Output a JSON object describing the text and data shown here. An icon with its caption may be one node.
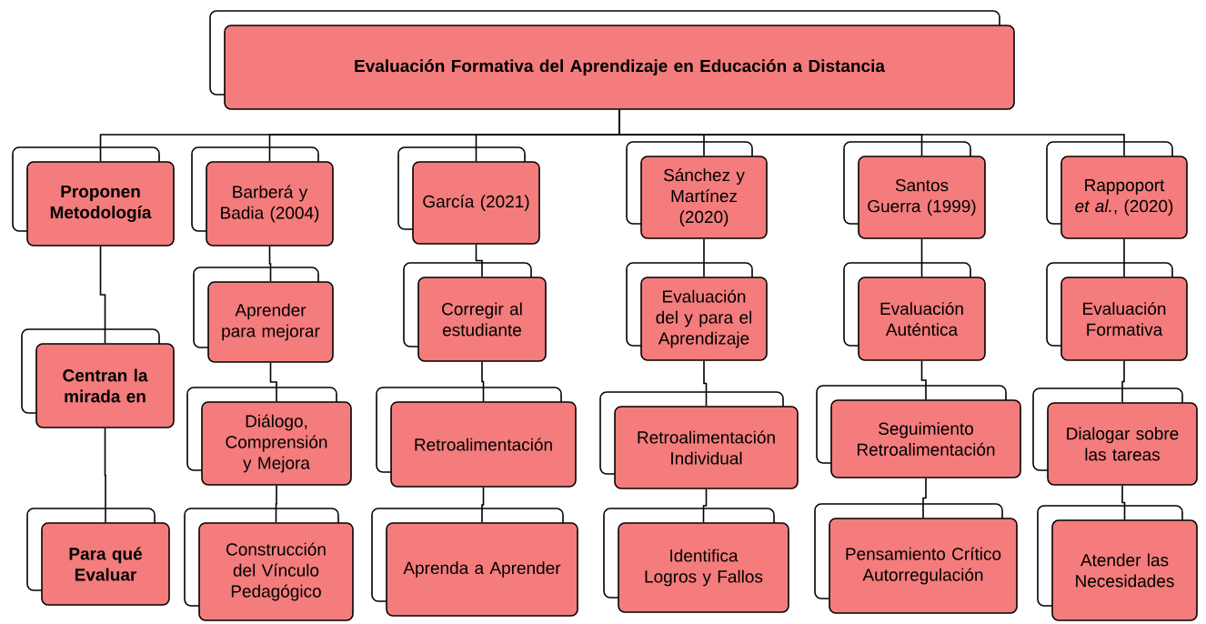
{
  "diagram": {
    "nodes": [
      {
        "text": [
          "Evaluación Formativa del Aprendizaje en Educación a Distancia"
        ]
      },
      {
        "text": [
          "Proponen Metodología"
        ]
      },
      {
        "text": [
          "Centran la mirada en"
        ]
      },
      {
        "text": [
          "Para qué Evaluar"
        ]
      },
      {
        "text": [
          "Barberá y Badia (2004)"
        ]
      },
      {
        "text": [
          "Aprender para mejorar"
        ]
      },
      {
        "text": [
          "Diálogo, Comprensión y Mejora"
        ]
      },
      {
        "text": [
          "Construcción del Vínculo Pedagógico"
        ]
      },
      {
        "text": [
          "García (2021)"
        ]
      },
      {
        "text": [
          "Corregir al estudiante"
        ]
      },
      {
        "text": [
          "Retroalimentación"
        ]
      },
      {
        "text": [
          "Aprenda a Aprender"
        ]
      },
      {
        "text": [
          "Sánchez y Martínez (2020)"
        ]
      },
      {
        "text": [
          "Evaluación del y para el Aprendizaje"
        ]
      },
      {
        "text": [
          "Retroalimentación Individual"
        ]
      },
      {
        "text": [
          "Identifica Logros y Fallos"
        ]
      },
      {
        "text": [
          "Santos Guerra (1999)"
        ]
      },
      {
        "text": [
          "Evaluación Auténtica"
        ]
      },
      {
        "text": [
          "Seguimiento Retroalimentación"
        ]
      },
      {
        "text": [
          "Pensamiento Crítico Autorregulación"
        ]
      },
      {
        "text": [
          "Rappoport *et al.*, (2020)"
        ]
      },
      {
        "text": [
          "Evaluación Formativa"
        ]
      },
      {
        "text": [
          "Dialogar sobre las tareas"
        ]
      },
      {
        "text": [
          "Atender las Necesidades"
        ]
      }
    ],
    "edges": [
      {
        "from": 0,
        "to": 1,
        "arrow": "none"
      },
      {
        "from": 0,
        "to": 4,
        "arrow": "none"
      },
      {
        "from": 0,
        "to": 8,
        "arrow": "none"
      },
      {
        "from": 0,
        "to": 12,
        "arrow": "none"
      },
      {
        "from": 0,
        "to": 16,
        "arrow": "none"
      },
      {
        "from": 0,
        "to": 20,
        "arrow": "none"
      },
      {
        "from": 1,
        "to": 2,
        "arrow": "none"
      },
      {
        "from": 2,
        "to": 3,
        "arrow": "none"
      },
      {
        "from": 4,
        "to": 5,
        "arrow": "none"
      },
      {
        "from": 5,
        "to": 6,
        "arrow": "none"
      },
      {
        "from": 6,
        "to": 7,
        "arrow": "none"
      },
      {
        "from": 8,
        "to": 9,
        "arrow": "none"
      },
      {
        "from": 9,
        "to": 10,
        "arrow": "none"
      },
      {
        "from": 10,
        "to": 11,
        "arrow": "none"
      },
      {
        "from": 12,
        "to": 13,
        "arrow": "none"
      },
      {
        "from": 13,
        "to": 14,
        "arrow": "none"
      },
      {
        "from": 14,
        "to": 15,
        "arrow": "none"
      },
      {
        "from": 16,
        "to": 17,
        "arrow": "none"
      },
      {
        "from": 17,
        "to": 18,
        "arrow": "none"
      },
      {
        "from": 18,
        "to": 19,
        "arrow": "none"
      },
      {
        "from": 20,
        "to": 21,
        "arrow": "none"
      },
      {
        "from": 21,
        "to": 22,
        "arrow": "none"
      },
      {
        "from": 22,
        "to": 23,
        "arrow": "none"
      }
    ]
  }
}
